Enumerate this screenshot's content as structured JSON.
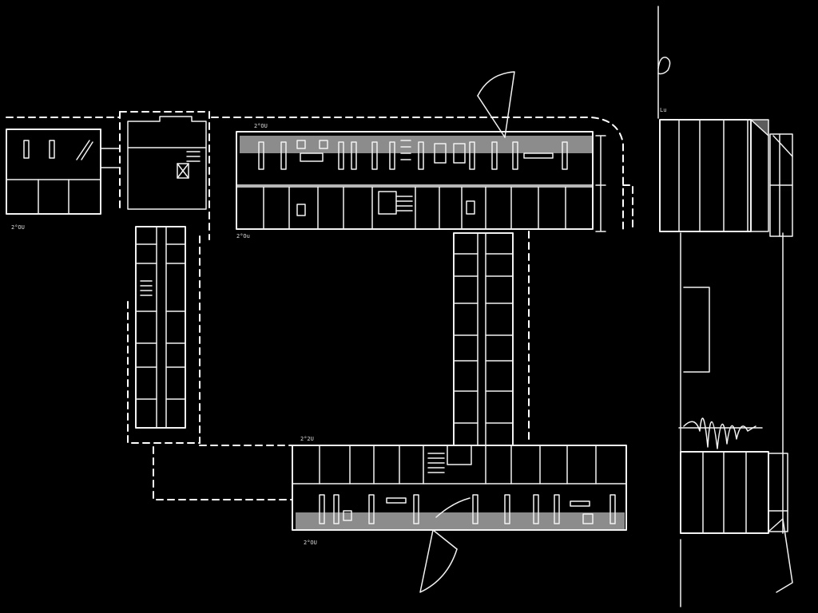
{
  "sketch": {
    "title": "",
    "colors": {
      "background": "#000000",
      "ink": "#f2f2f2",
      "shade": "#8c8c8c"
    },
    "labels": {
      "west_pavilion": "2°OU",
      "north_wing_top": "2°OU",
      "north_wing_bottom": "2°Ou",
      "south_wing_top": "2°2U",
      "south_wing_bottom": "2°OU",
      "section_mark": "Lu"
    }
  }
}
